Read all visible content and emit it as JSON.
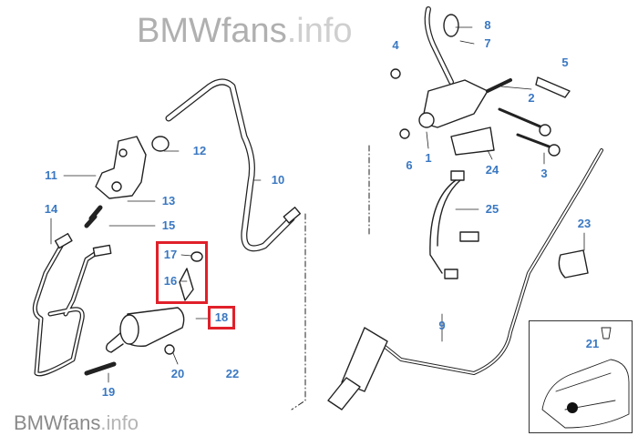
{
  "watermark": {
    "brand": "BMWfans",
    "suffix": ".info"
  },
  "callouts": {
    "p1": "1",
    "p2": "2",
    "p3": "3",
    "p4": "4",
    "p5": "5",
    "p6": "6",
    "p7": "7",
    "p8": "8",
    "p9": "9",
    "p10": "10",
    "p11": "11",
    "p12": "12",
    "p13": "13",
    "p14": "14",
    "p15": "15",
    "p16": "16",
    "p17": "17",
    "p18": "18",
    "p19": "19",
    "p20": "20",
    "p21": "21",
    "p22": "22",
    "p23": "23",
    "p24": "24",
    "p25": "25"
  },
  "highlighted": [
    "16",
    "17",
    "18"
  ],
  "colors": {
    "callout": "#3a78c2",
    "highlight": "#e0202a",
    "line": "#222222"
  }
}
